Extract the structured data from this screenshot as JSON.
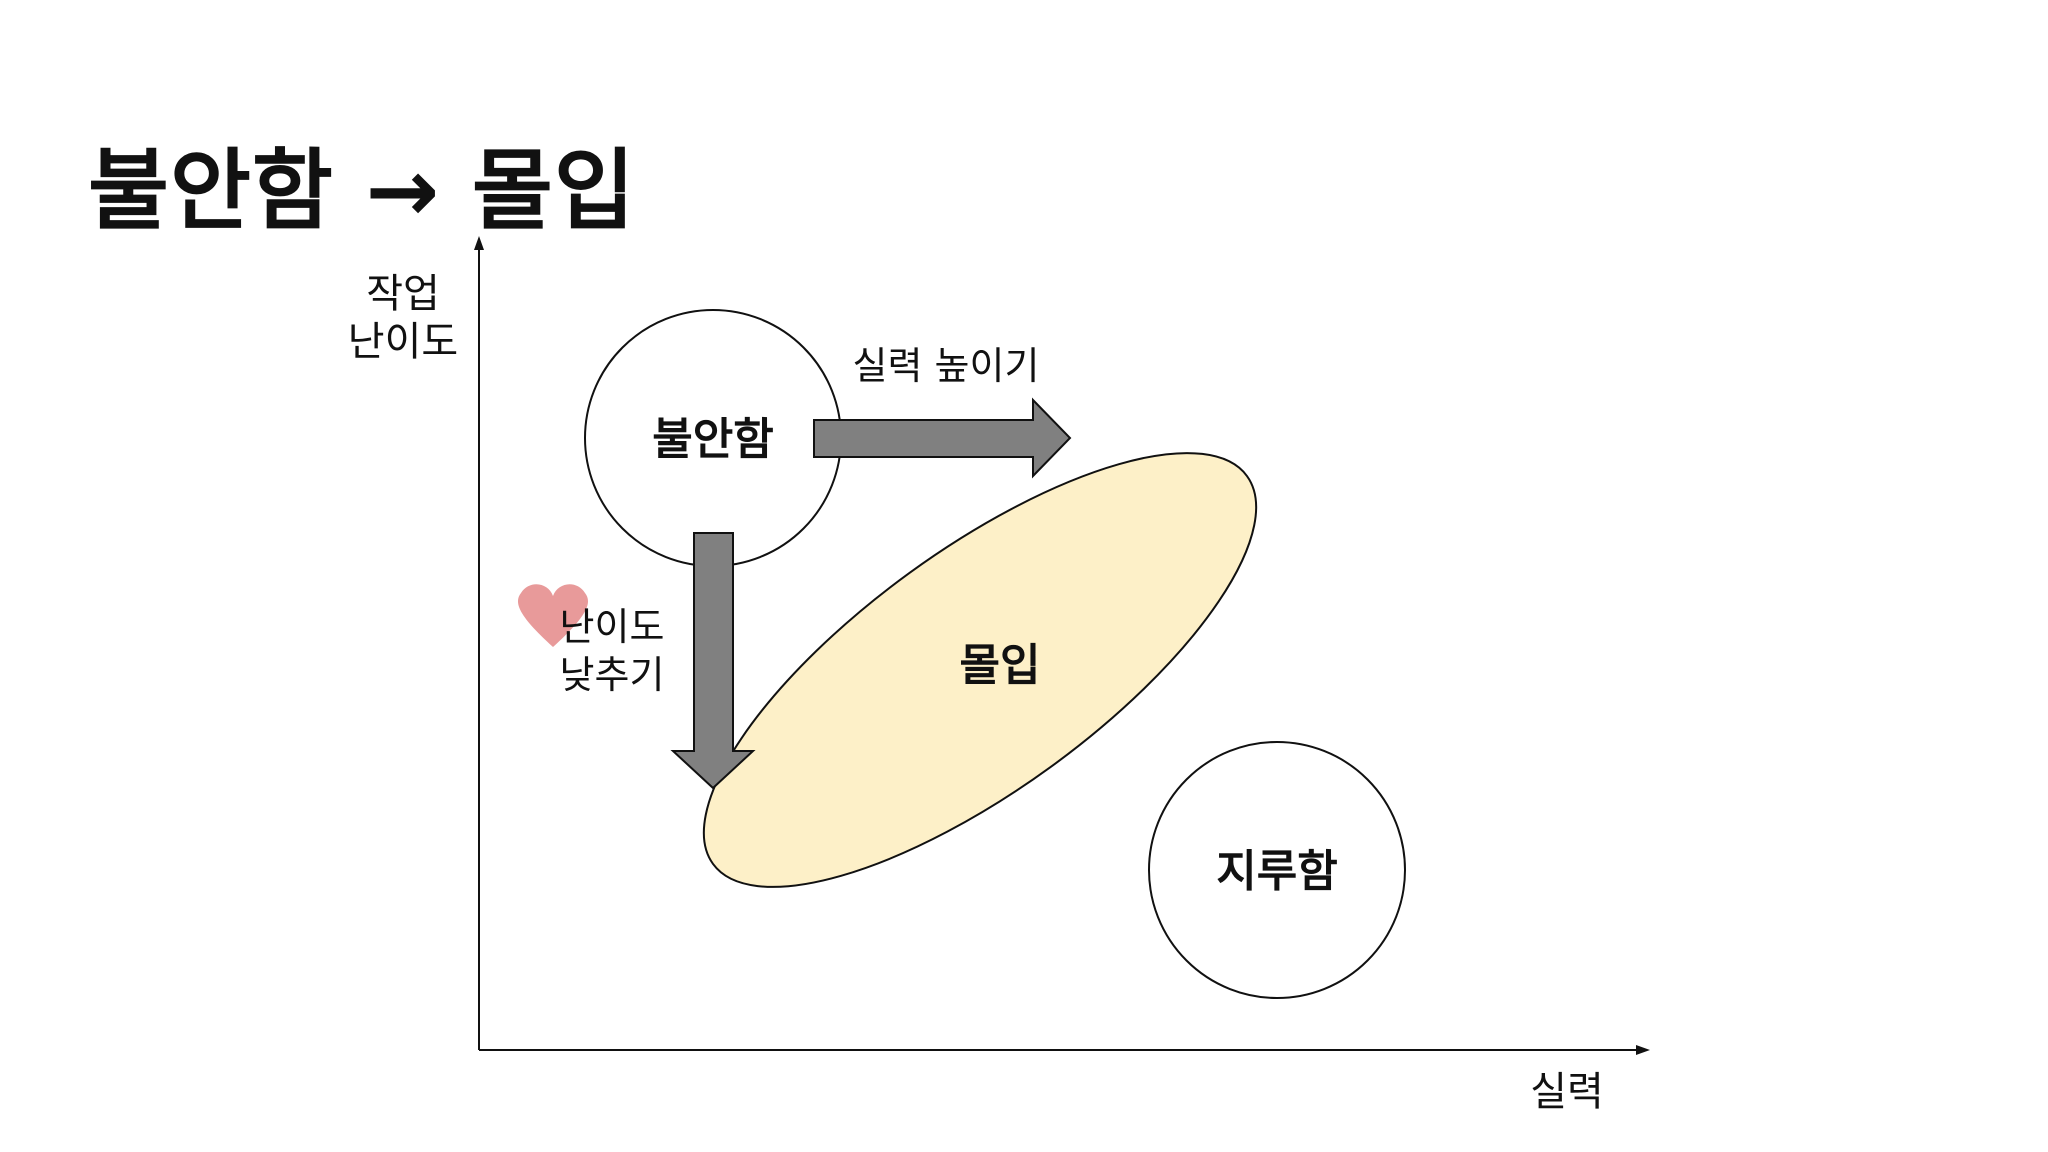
{
  "title": "불안함 → 몰입",
  "axes": {
    "y_label_line1": "작업",
    "y_label_line2": "난이도",
    "x_label": "실력"
  },
  "regions": {
    "anxiety": "불안함",
    "flow": "몰입",
    "boredom": "지루함"
  },
  "arrows": {
    "right_label": "실력 높이기",
    "down_label_line1": "난이도",
    "down_label_line2": "낮추기"
  },
  "colors": {
    "flow_fill": "#fdf0c8",
    "arrow_fill": "#808080",
    "heart": "#e89a9a"
  },
  "icons": {
    "heart": "heart-icon"
  }
}
